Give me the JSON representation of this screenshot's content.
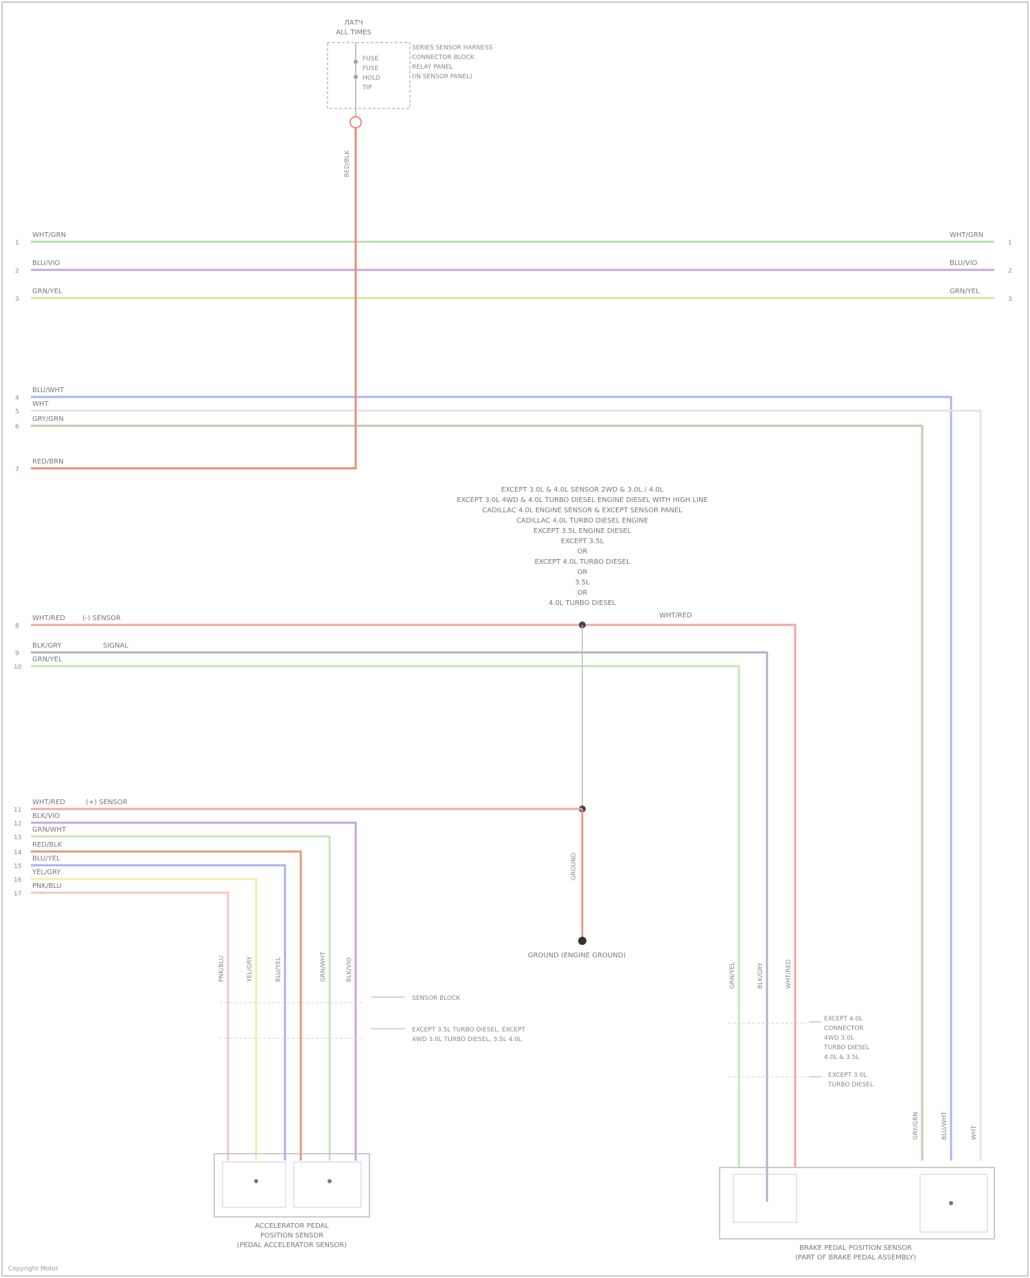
{
  "diagram": {
    "top_component": {
      "header_line1": "ЛАТЧ",
      "header_line2": "ALL TIMES",
      "inner_lines": [
        "FUSE",
        "FUSE",
        "HOLD",
        "TIP"
      ],
      "note_lines": [
        "SERIES SENSOR HARNESS",
        "CONNECTOR BLOCK",
        "RELAY PANEL",
        "(IN SENSOR PANEL)"
      ],
      "wire_label": "RED/BLK"
    },
    "bus_wires": [
      {
        "pin": "1",
        "label_left": "WHT/GRN",
        "label_right": "WHT/GRN",
        "color": "#b9dcb0"
      },
      {
        "pin": "2",
        "label_left": "BLU/VIO",
        "label_right": "BLU/VIO",
        "color": "#c4a8e0"
      },
      {
        "pin": "3",
        "label_left": "GRN/YEL",
        "label_right": "GRN/YEL",
        "color": "#d3e8a0"
      }
    ],
    "mid_wires": [
      {
        "pin": "4",
        "label": "BLU/WHT",
        "color": "#a9b4ec"
      },
      {
        "pin": "5",
        "label": "WHT",
        "color": "#e4e4e4"
      },
      {
        "pin": "6",
        "label": "GRY/GRN",
        "color": "#b8ceb2"
      },
      {
        "pin": "7",
        "label": "RED/BRN",
        "color": "#f08878"
      }
    ],
    "center_note_lines": [
      "EXCEPT 3.0L & 4.0L SENSOR 2WD & 3.0L / 4.0L",
      "EXCEPT 3.0L 4WD & 4.0L TURBO DIESEL ENGINE DIESEL WITH HIGH LINE",
      "CADILLAC 4.0L ENGINE SENSOR & EXCEPT SENSOR PANEL",
      "CADILLAC 4.0L TURBO DIESEL ENGINE",
      "EXCEPT 3.5L ENGINE DIESEL",
      "EXCEPT 3.5L",
      "OR",
      "EXCEPT 4.0L TURBO DIESEL",
      "OR",
      "3.5L",
      "OR",
      "4.0L TURBO DIESEL"
    ],
    "lower_wires": [
      {
        "pin": "8",
        "label": "WHT/RED",
        "label2": "(-) SENSOR",
        "color": "#f2a6a6"
      },
      {
        "pin": "9",
        "label": "BLK/GRY",
        "label2": "SIGNAL",
        "color": "#b0b2c6"
      },
      {
        "pin": "10",
        "label": "GRN/YEL",
        "label2": "",
        "color": "#c8e4b8"
      }
    ],
    "right_red_label": "WHT/RED",
    "bottom_wires": [
      {
        "pin": "11",
        "label": "WHT/RED",
        "label2": "(+) SENSOR",
        "color": "#f2a6a6"
      },
      {
        "pin": "12",
        "label": "BLK/VIO",
        "label2": "",
        "color": "#c4a6dc"
      },
      {
        "pin": "13",
        "label": "GRN/WHT",
        "label2": "",
        "color": "#c8e6b8"
      },
      {
        "pin": "14",
        "label": "RED/BLK",
        "label2": "",
        "color": "#f09078"
      },
      {
        "pin": "15",
        "label": "BLU/YEL",
        "label2": "",
        "color": "#a8b0ec"
      },
      {
        "pin": "16",
        "label": "YEL/GRY",
        "label2": "",
        "color": "#ecf0a8"
      },
      {
        "pin": "17",
        "label": "PNK/BLU",
        "label2": "",
        "color": "#f4c6c6"
      }
    ],
    "ground_label": "GROUND",
    "ground_point_label": "GROUND (ENGINE GROUND)",
    "left_connector_note1": "SENSOR BLOCK",
    "left_connector_note2": [
      "EXCEPT 3.5L TURBO DIESEL, EXCEPT",
      "4WD 3.0L TURBO DIESEL, 3.5L 4.0L"
    ],
    "right_connector_note1": [
      "EXCEPT 4.0L",
      "CONNECTOR",
      "4WD 3.0L",
      "TURBO DIESEL",
      "4.0L & 3.5L"
    ],
    "right_connector_note2": [
      "EXCEPT 3.0L",
      "TURBO DIESEL"
    ],
    "left_sensor_caption": [
      "ACCELERATOR PEDAL",
      "POSITION SENSOR",
      "(PEDAL ACCELERATOR SENSOR)"
    ],
    "right_sensor_caption": [
      "BRAKE PEDAL POSITION SENSOR",
      "(PART OF BRAKE PEDAL ASSEMBLY)"
    ],
    "left_vertical_labels": [
      "PNK/BLU",
      "YEL/GRY",
      "BLU/YEL",
      "GRN/WHT",
      "BLK/VIO"
    ],
    "right_vertical_labels": [
      "GRN/YEL",
      "BLK/GRY",
      "WHT/RED"
    ],
    "right_side_labels": [
      "GRY/GRN",
      "BLU/WHT",
      "WHT"
    ],
    "footer": "Copyright Motor"
  }
}
